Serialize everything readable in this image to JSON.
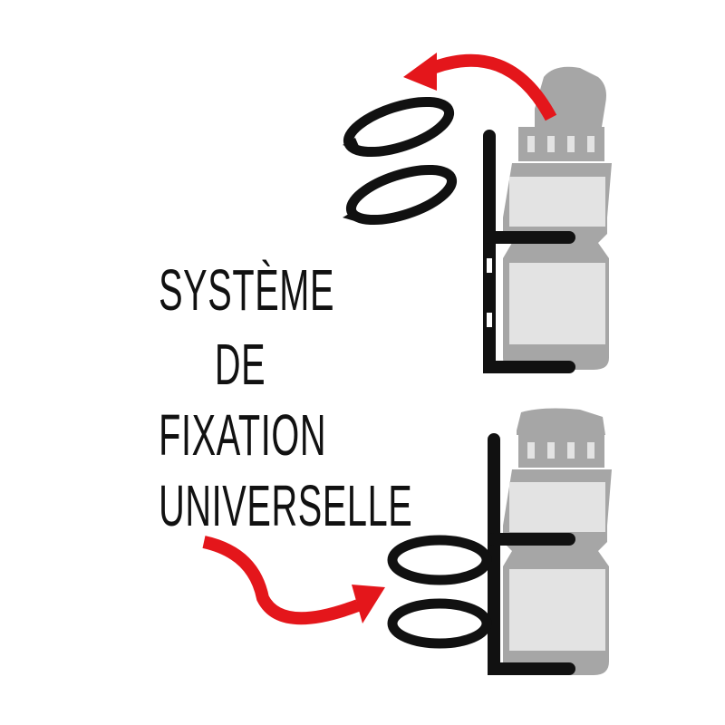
{
  "title_lines": [
    "SYSTÈME",
    "DE",
    "FIXATION",
    "UNIVERSELLE"
  ],
  "colors": {
    "arrow": "#e4161b",
    "cage": "#111111",
    "bottle_dark": "#a6a6a6",
    "bottle_light": "#e3e3e3"
  }
}
